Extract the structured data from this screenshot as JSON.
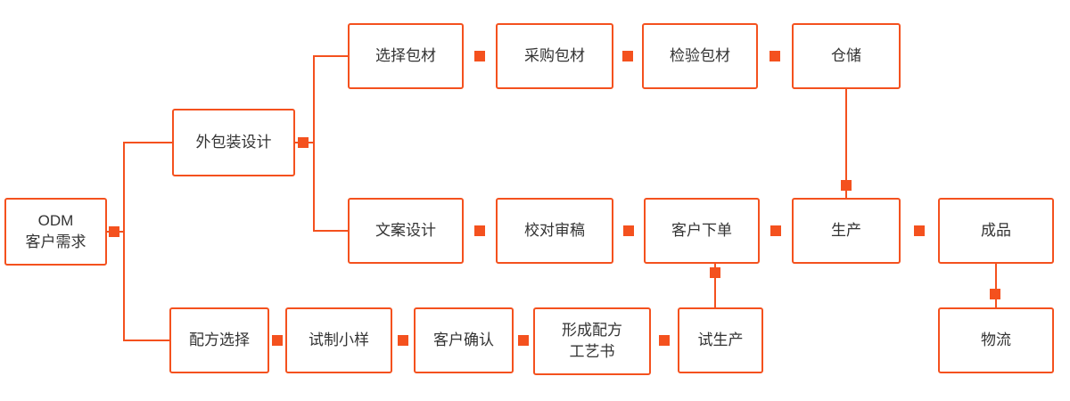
{
  "accent_color": "#F4511E",
  "text_color": "#333333",
  "nodes": {
    "odm": {
      "label": "ODM\n客户需求"
    },
    "packaging_design": {
      "label": "外包装设计"
    },
    "select_material": {
      "label": "选择包材"
    },
    "purchase_material": {
      "label": "采购包材"
    },
    "inspect_material": {
      "label": "检验包材"
    },
    "warehouse": {
      "label": "仓储"
    },
    "copywriting": {
      "label": "文案设计"
    },
    "proofreading": {
      "label": "校对审稿"
    },
    "customer_order": {
      "label": "客户下单"
    },
    "production": {
      "label": "生产"
    },
    "finished_goods": {
      "label": "成品"
    },
    "formula_select": {
      "label": "配方选择"
    },
    "trial_sample": {
      "label": "试制小样"
    },
    "customer_confirm": {
      "label": "客户确认"
    },
    "formula_document": {
      "label": "形成配方\n工艺书"
    },
    "trial_production": {
      "label": "试生产"
    },
    "logistics": {
      "label": "物流"
    }
  }
}
